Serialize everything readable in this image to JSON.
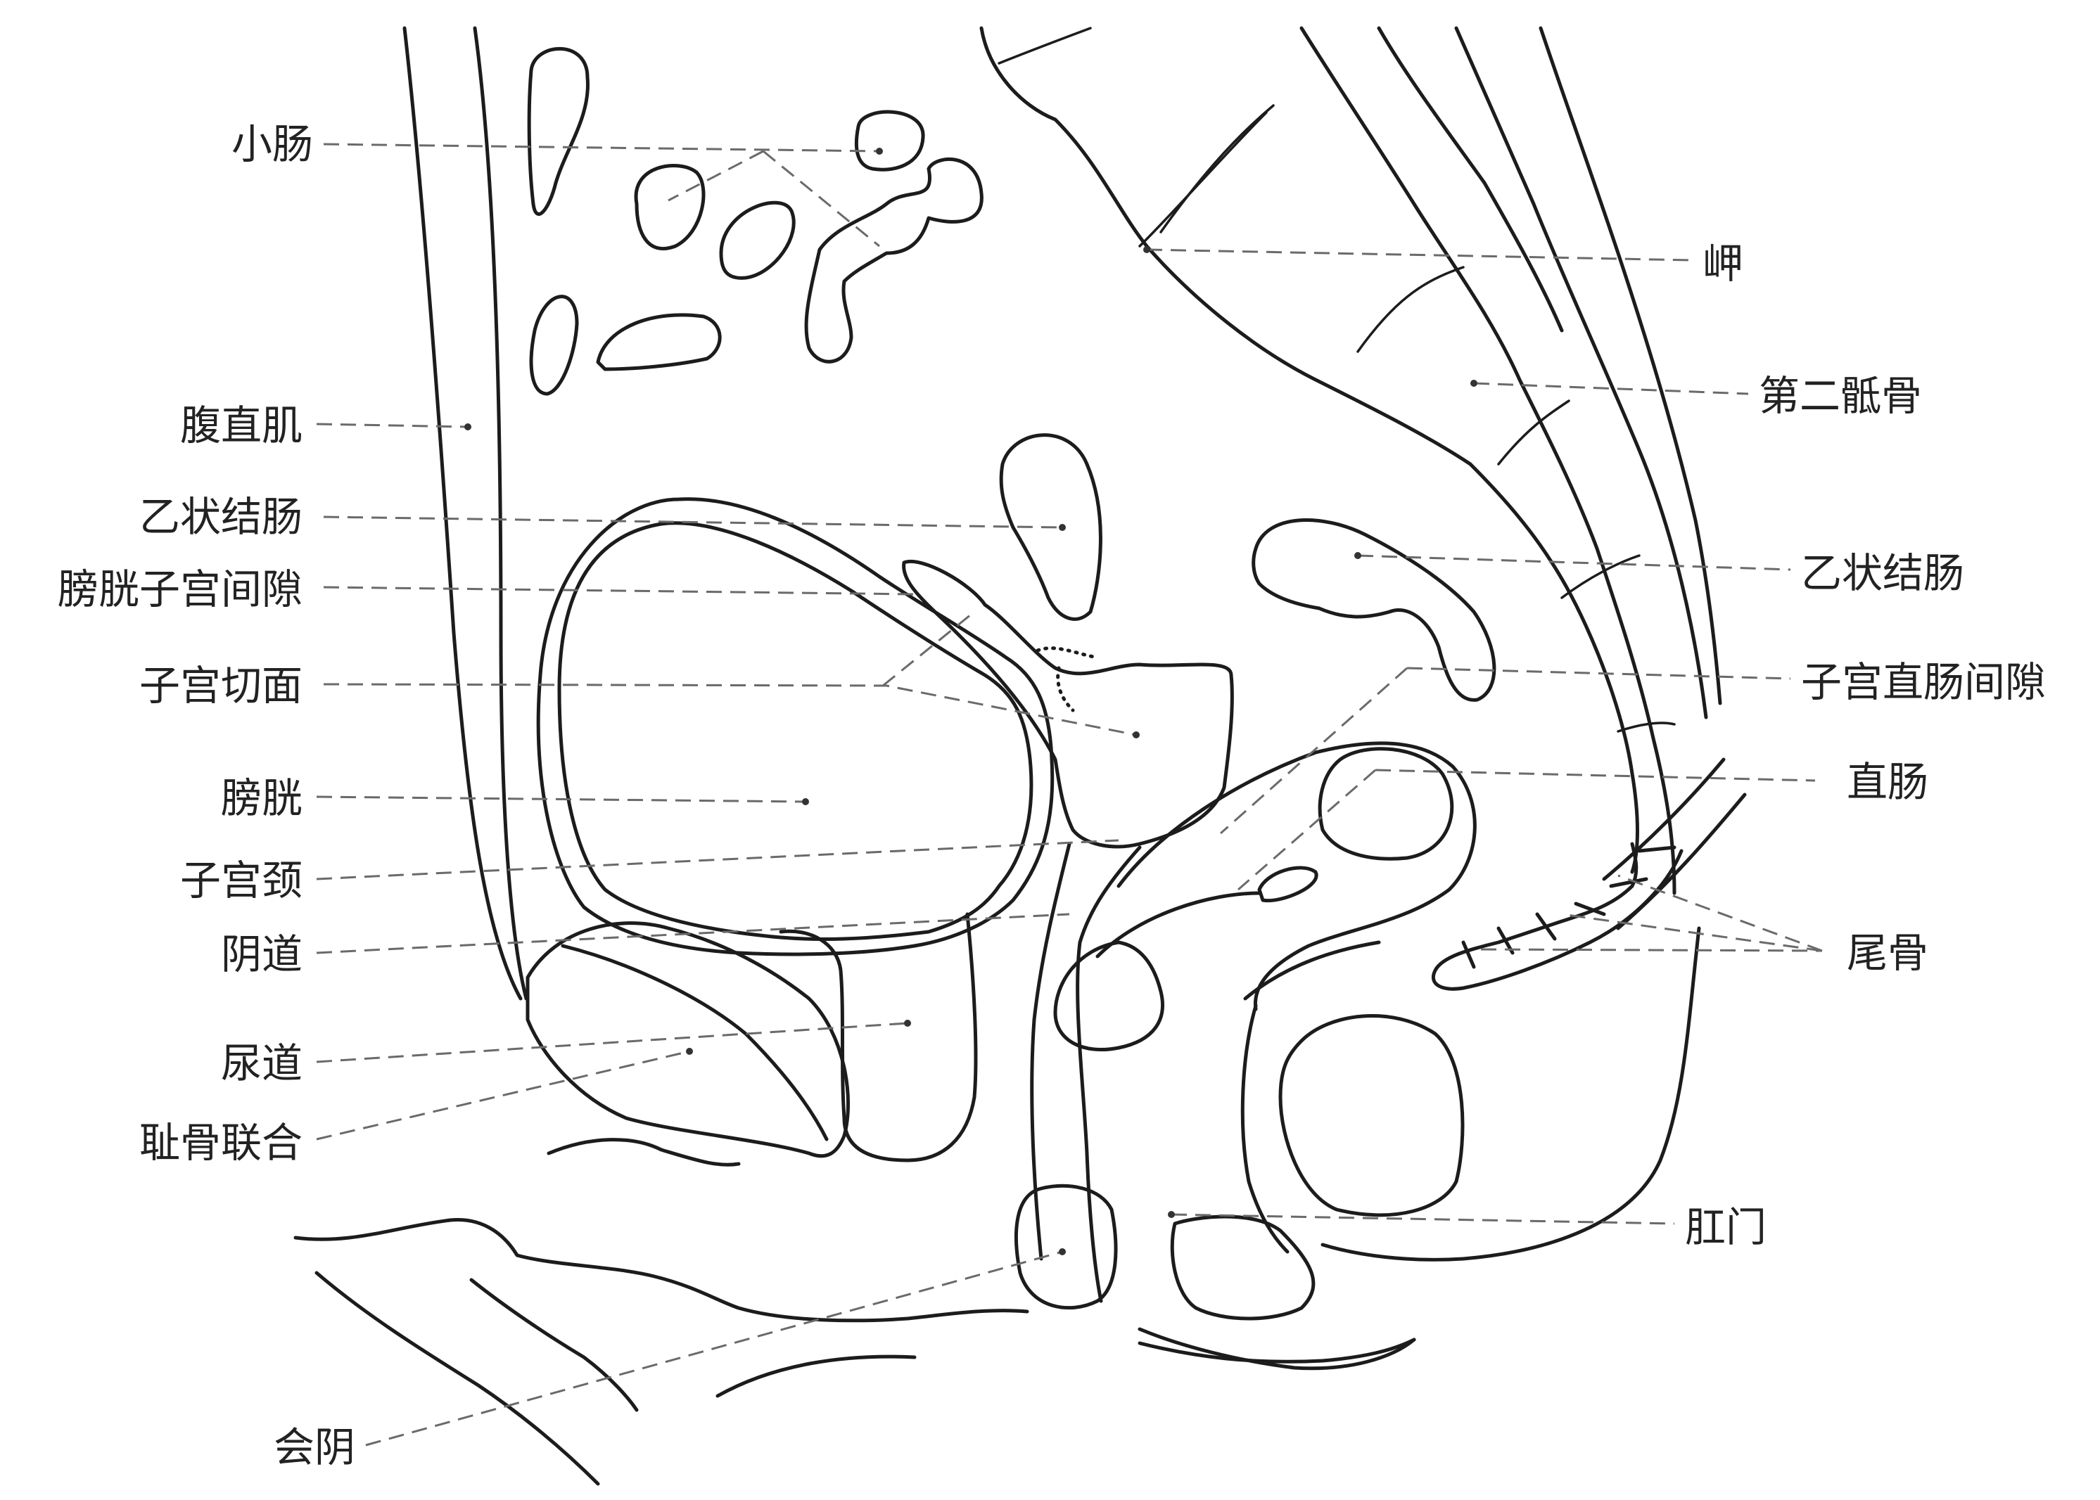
{
  "labels_left": {
    "xiaochang": "小肠",
    "fuzhiji": "腹直肌",
    "yizhuangjiechang": "乙状结肠",
    "pangguang_zigong_jianxi": "膀胱子宫间隙",
    "zigong_qiemian": "子宫切面",
    "pangguang": "膀胱",
    "zigongjing": "子宫颈",
    "yindao": "阴道",
    "niaodao": "尿道",
    "chigu_lianhe": "耻骨联合",
    "huiyin": "会阴"
  },
  "labels_right": {
    "jia": "岬",
    "dier_digu": "第二骶骨",
    "yizhuangjiechang": "乙状结肠",
    "zigong_zhichang_jianxi": "子宫直肠间隙",
    "zhichang": "直肠",
    "weigu": "尾骨",
    "gangmen": "肛门"
  }
}
